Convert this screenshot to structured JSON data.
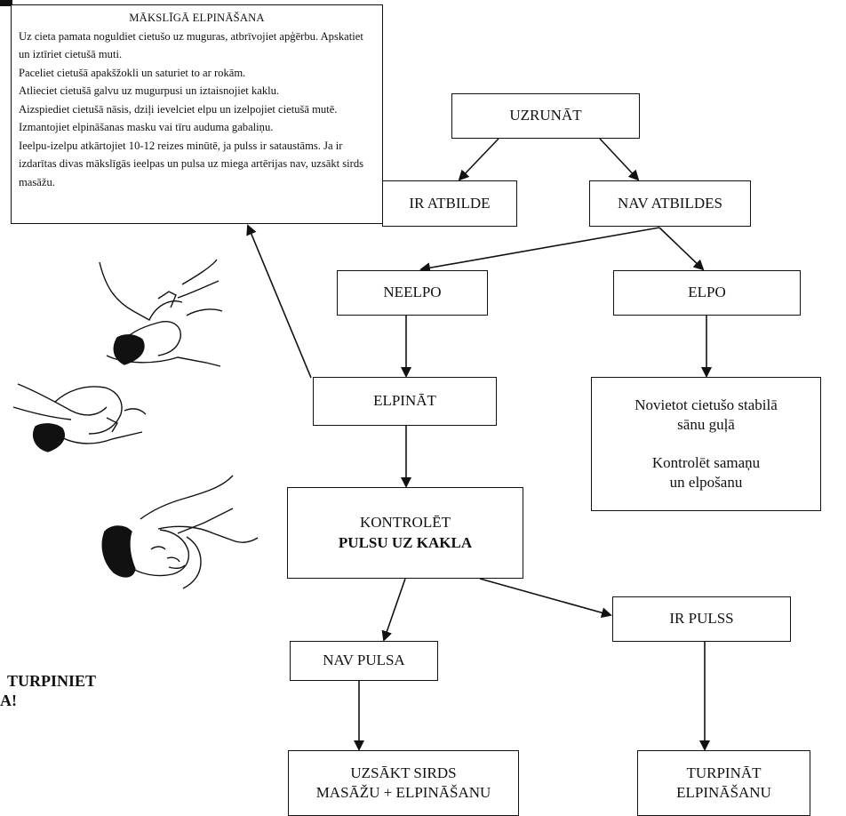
{
  "info_box": {
    "title": "MĀKSLĪGĀ ELPINĀŠANA",
    "paragraphs": [
      "Uz cieta pamata noguldiet cietušo uz muguras, atbrīvojiet apģērbu. Apskatiet un iztīriet cietušā muti.",
      "Paceliet cietušā apakšžokli un saturiet to ar rokām.",
      "Atlieciet cietušā galvu uz mugurpusi un iztaisnojiet kaklu.",
      "Aizspiediet cietušā nāsis, dziļi ievelciet elpu un izelpojiet cietušā mutē. Izmantojiet elpināšanas masku vai tīru auduma gabaliņu.",
      "Ieelpu-izelpu atkārtojiet 10-12 reizes minūtē, ja pulss ir sataustāms. Ja ir izdarītas divas mākslīgās ieelpas un pulsa uz miega artērijas nav, uzsākt sirds masāžu."
    ]
  },
  "nodes": {
    "uzrunat": "UZRUNĀT",
    "ir_atbilde": "IR ATBILDE",
    "nav_atbildes": "NAV ATBILDES",
    "neelpo": "NEELPO",
    "elpo": "ELPO",
    "elpinat": "ELPINĀT",
    "stabila": {
      "line1": "Novietot cietušo stabilā",
      "line2": "sānu guļā",
      "line3": "Kontrolēt samaņu",
      "line4": "un elpošanu"
    },
    "kontrolet": {
      "line1": "KONTROLĒT",
      "line2": "PULSU UZ KAKLA"
    },
    "ir_pulss": "IR PULSS",
    "nav_pulsa": "NAV PULSA",
    "uzsakt": {
      "line1": "UZSĀKT SIRDS",
      "line2": "MASĀŽU + ELPINĀŠANU"
    },
    "turpinat": {
      "line1": "TURPINĀT",
      "line2": "ELPINĀŠANU"
    }
  },
  "side_text": {
    "line1": "TURPINIET",
    "line2": "A!"
  },
  "illustrations": [
    "head-tilt-chin-lift-illustration",
    "mouth-to-mouth-illustration",
    "pulse-check-illustration"
  ]
}
